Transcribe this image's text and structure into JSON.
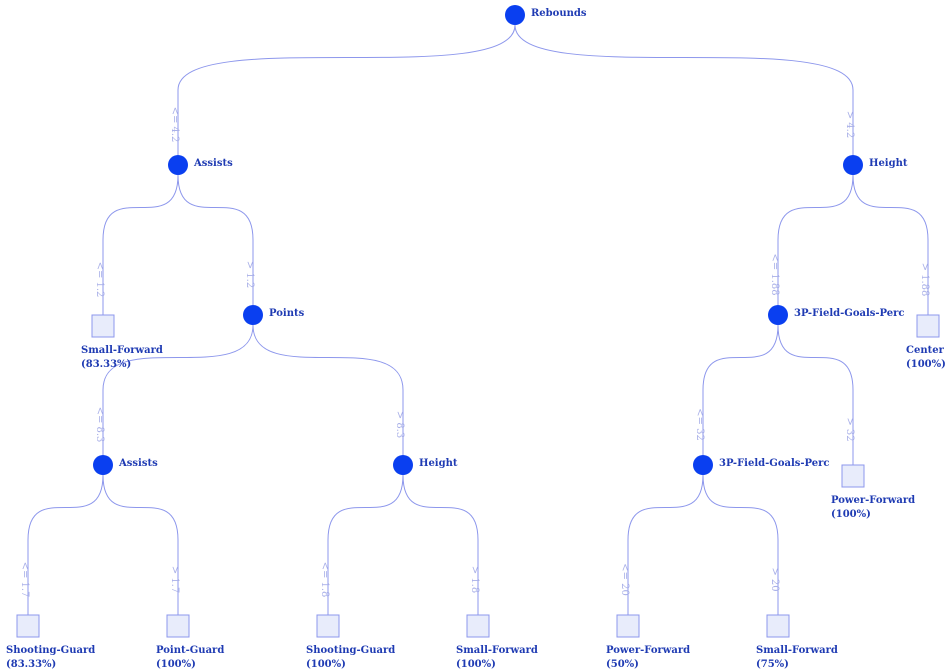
{
  "tree": {
    "id": "n0",
    "type": "split",
    "label": "Rebounds",
    "children": [
      {
        "edge": "<= 4.2",
        "id": "n1",
        "type": "split",
        "label": "Assists",
        "children": [
          {
            "edge": "<= 1.2",
            "id": "n3",
            "type": "leaf",
            "label": "Small-Forward",
            "pct": "(83.33%)"
          },
          {
            "edge": "> 1.2",
            "id": "n4",
            "type": "split",
            "label": "Points",
            "children": [
              {
                "edge": "<= 8.3",
                "id": "n7",
                "type": "split",
                "label": "Assists",
                "children": [
                  {
                    "edge": "<= 1.7",
                    "id": "n11",
                    "type": "leaf",
                    "label": "Shooting-Guard",
                    "pct": "(83.33%)"
                  },
                  {
                    "edge": "> 1.7",
                    "id": "n12",
                    "type": "leaf",
                    "label": "Point-Guard",
                    "pct": "(100%)"
                  }
                ]
              },
              {
                "edge": "> 8.3",
                "id": "n8",
                "type": "split",
                "label": "Height",
                "children": [
                  {
                    "edge": "<= 1.8",
                    "id": "n13",
                    "type": "leaf",
                    "label": "Shooting-Guard",
                    "pct": "(100%)"
                  },
                  {
                    "edge": "> 1.8",
                    "id": "n14",
                    "type": "leaf",
                    "label": "Small-Forward",
                    "pct": "(100%)"
                  }
                ]
              }
            ]
          }
        ]
      },
      {
        "edge": "> 4.2",
        "id": "n2",
        "type": "split",
        "label": "Height",
        "children": [
          {
            "edge": "<= 1.88",
            "id": "n5",
            "type": "split",
            "label": "3P-Field-Goals-Perc",
            "children": [
              {
                "edge": "<= 32",
                "id": "n9",
                "type": "split",
                "label": "3P-Field-Goals-Perc",
                "children": [
                  {
                    "edge": "<= 20",
                    "id": "n15",
                    "type": "leaf",
                    "label": "Power-Forward",
                    "pct": "(50%)"
                  },
                  {
                    "edge": "> 20",
                    "id": "n16",
                    "type": "leaf",
                    "label": "Small-Forward",
                    "pct": "(75%)"
                  }
                ]
              },
              {
                "edge": "> 32",
                "id": "n10",
                "type": "leaf",
                "label": "Power-Forward",
                "pct": "(100%)"
              }
            ]
          },
          {
            "edge": "> 1.88",
            "id": "n6",
            "type": "leaf",
            "label": "Center",
            "pct": "(100%)"
          }
        ]
      }
    ]
  },
  "colors": {
    "node": "#0a3ff0",
    "link": "#8d97ec",
    "leaf_fill": "#e8ecfb",
    "label_text": "#1f3bb3",
    "edge_text": "#a9b0e8"
  }
}
